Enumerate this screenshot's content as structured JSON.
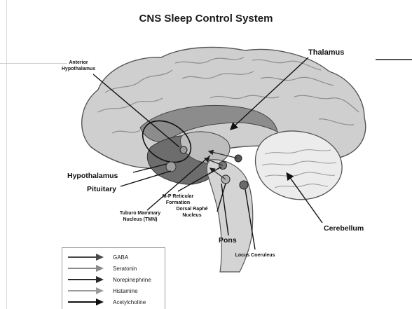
{
  "title": "CNS Sleep Control System",
  "labels": {
    "anterior_hypothalamus_1": "Anterior",
    "anterior_hypothalamus_2": "Hypothalamus",
    "thalamus": "Thalamus",
    "hypothalamus": "Hypothalamus",
    "pituitary": "Pituitary",
    "mp_reticular_1": "M-P Reticular",
    "mp_reticular_2": "Formation",
    "tuburo_1": "Tuburo Mammary",
    "tuburo_2": "Nucleus (TMN)",
    "dorsal_raphe_1": "Dorsal Raphé",
    "dorsal_raphe_2": "Nucleus",
    "pons": "Pons",
    "locus_coeruleus": "Locus Coeruleus",
    "cerebellum": "Cerebellum"
  },
  "legend": [
    {
      "label": "GABA",
      "color": "#4a4a4a"
    },
    {
      "label": "Seratonin",
      "color": "#8a8a8a"
    },
    {
      "label": "Norepinephrine",
      "color": "#2a2a2a"
    },
    {
      "label": "Histamine",
      "color": "#9c9c9c"
    },
    {
      "label": "Acetylcholine",
      "color": "#111111"
    }
  ],
  "colors": {
    "cortex": "#cfcfcf",
    "cortex_dark": "#a8a8a8",
    "deep_region": "#6d6d6d",
    "cerebellum": "#e6e6e6",
    "brainstem": "#d4d4d4"
  }
}
